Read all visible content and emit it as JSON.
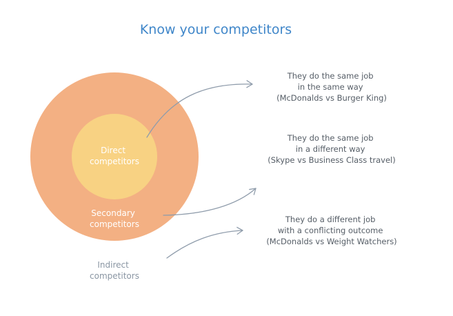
{
  "title": "Know your competitors",
  "colors": {
    "title": "#3f86c9",
    "outer_circle": "#f3b083",
    "inner_circle": "#f8d283",
    "circle_text": "#ffffff",
    "indirect_text": "#8a96a3",
    "description_text": "#555d66",
    "arrow": "#8f9cab"
  },
  "circles": {
    "outer_label": [
      "Secondary",
      "competitors"
    ],
    "inner_label": [
      "Direct",
      "competitors"
    ],
    "indirect_label": [
      "Indirect",
      "competitors"
    ]
  },
  "descriptions": [
    {
      "lines": [
        "They do the same job",
        "in the same way",
        "(McDonalds vs Burger King)"
      ]
    },
    {
      "lines": [
        "They do the same job",
        "in a different way",
        "(Skype vs Business Class travel)"
      ]
    },
    {
      "lines": [
        "They do a different job",
        "with a conflicting outcome",
        "(McDonalds vs Weight Watchers)"
      ]
    }
  ]
}
